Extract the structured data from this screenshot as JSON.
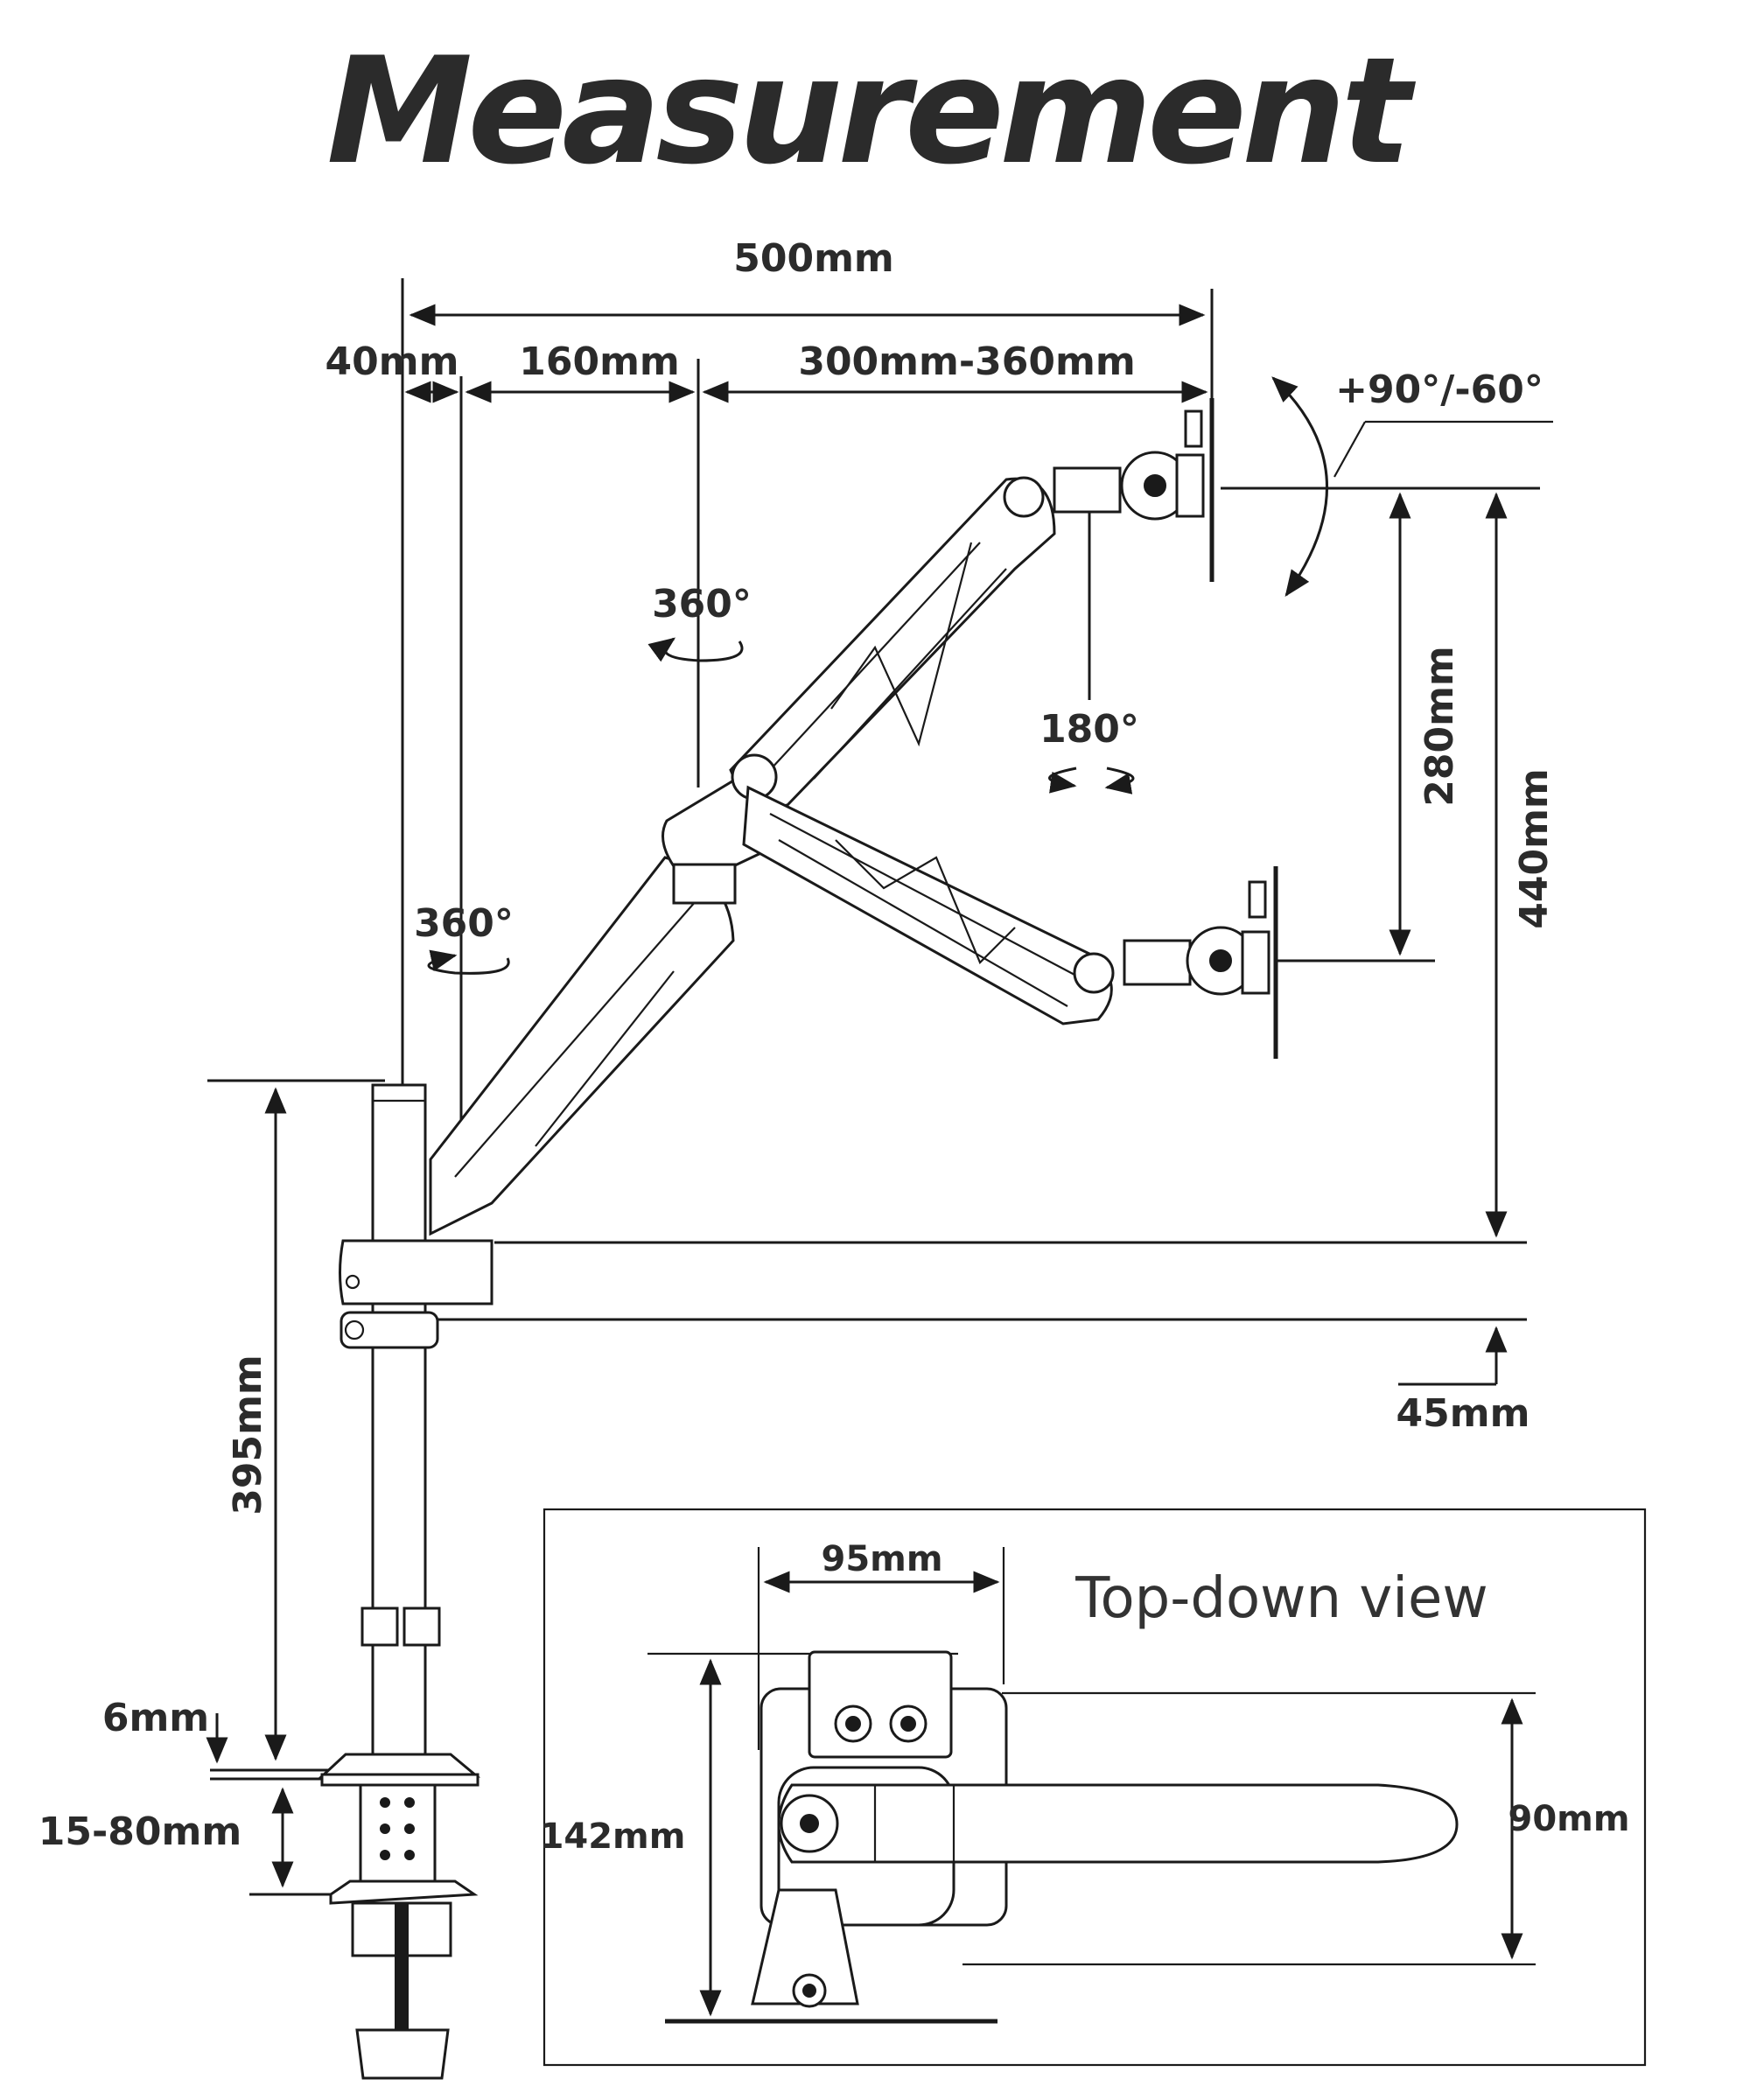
{
  "title": "Measurement",
  "dimensions": {
    "total_reach": "500mm",
    "pole_offset": "40mm",
    "lower_arm": "160mm",
    "upper_arm": "300mm-360mm",
    "tilt": "+90°/-60°",
    "rotate_upper_joint": "360°",
    "rotate_pole": "360°",
    "swivel_head": "180°",
    "vertical_travel": "280mm",
    "max_height": "440mm",
    "base_to_arm": "45mm",
    "pole_height": "395mm",
    "desk_plate": "6mm",
    "desk_thickness": "15-80mm"
  },
  "top_view": {
    "title": "Top-down view",
    "width": "95mm",
    "depth": "142mm",
    "arm_width": "90mm"
  },
  "colors": {
    "line": "#1a1a1a",
    "text": "#2b2b2b",
    "background": "#ffffff"
  }
}
